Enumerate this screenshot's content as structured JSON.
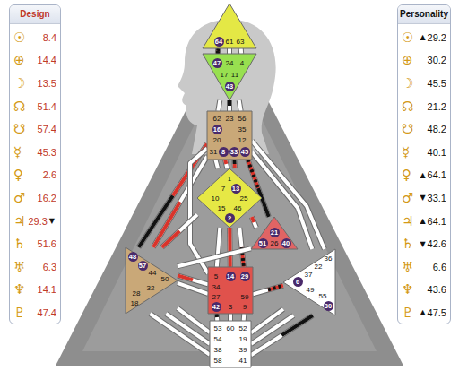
{
  "diagram": {
    "nodes": [
      {
        "text": [
          "Design",
          "☉",
          "8.4",
          "⊕",
          "14.4",
          "☽",
          "13.5",
          "☊",
          "51.4",
          "☋",
          "57.4",
          "☿",
          "45.3",
          "♀",
          "2.6",
          "♂",
          "16.2",
          "♃",
          "29.3",
          "▼",
          "♄",
          "51.6",
          "♅",
          "6.3",
          "♆",
          "14.1",
          "♇",
          "47.4"
        ]
      },
      {
        "text": [
          "Personality",
          "☉",
          "▲",
          "29.2",
          "⊕",
          "30.2",
          "☽",
          "45.5",
          "☊",
          "21.2",
          "☋",
          "48.2",
          "☿",
          "40.1",
          "♀",
          "▲",
          "64.1",
          "♂",
          "▼",
          "33.1",
          "♃",
          "▲",
          "64.1",
          "♄",
          "▼",
          "42.6",
          "♅",
          "6.6",
          "♆",
          "43.6",
          "♇",
          "▲",
          "47.5"
        ]
      },
      {
        "text": [
          "64",
          "61",
          "63"
        ]
      },
      {
        "text": [
          "47",
          "24",
          "4",
          "17",
          "11",
          "43"
        ]
      },
      {
        "text": [
          "62",
          "23",
          "56",
          "16",
          "35",
          "20",
          "12",
          "31",
          "8",
          "33",
          "45"
        ]
      },
      {
        "text": [
          "1",
          "7",
          "13",
          "10",
          "25",
          "15",
          "46",
          "2"
        ]
      },
      {
        "text": [
          "21",
          "51",
          "26",
          "40"
        ]
      },
      {
        "text": [
          "48",
          "57",
          "44",
          "50",
          "32",
          "28",
          "18"
        ]
      },
      {
        "text": [
          "5",
          "14",
          "29",
          "34",
          "27",
          "59",
          "42",
          "3",
          "9"
        ]
      },
      {
        "text": [
          "36",
          "22",
          "37",
          "6",
          "49",
          "55",
          "30"
        ]
      },
      {
        "text": [
          "53",
          "60",
          "52",
          "54",
          "19",
          "38",
          "39",
          "58",
          "41"
        ]
      }
    ],
    "edges": [
      {
        "from": 2,
        "to": 3,
        "arrow": "none"
      },
      {
        "from": 2,
        "to": 3,
        "arrow": "none"
      },
      {
        "from": 2,
        "to": 3,
        "arrow": "none"
      },
      {
        "from": 3,
        "to": 4,
        "arrow": "none"
      },
      {
        "from": 3,
        "to": 4,
        "arrow": "none"
      },
      {
        "from": 3,
        "to": 4,
        "arrow": "none"
      },
      {
        "from": 4,
        "to": 5,
        "arrow": "none"
      },
      {
        "from": 4,
        "to": 5,
        "arrow": "none"
      },
      {
        "from": 4,
        "to": 5,
        "arrow": "none"
      },
      {
        "from": 4,
        "to": 7,
        "arrow": "none"
      },
      {
        "from": 4,
        "to": 7,
        "arrow": "none"
      },
      {
        "from": 4,
        "to": 8,
        "arrow": "none"
      },
      {
        "from": 4,
        "to": 6,
        "arrow": "none"
      },
      {
        "from": 4,
        "to": 9,
        "arrow": "none"
      },
      {
        "from": 4,
        "to": 9,
        "arrow": "none"
      },
      {
        "from": 5,
        "to": 8,
        "arrow": "none"
      },
      {
        "from": 5,
        "to": 8,
        "arrow": "none"
      },
      {
        "from": 5,
        "to": 8,
        "arrow": "none"
      },
      {
        "from": 5,
        "to": 6,
        "arrow": "none"
      },
      {
        "from": 5,
        "to": 7,
        "arrow": "none"
      },
      {
        "from": 6,
        "to": 7,
        "arrow": "none"
      },
      {
        "from": 6,
        "to": 9,
        "arrow": "none"
      },
      {
        "from": 8,
        "to": 7,
        "arrow": "none"
      },
      {
        "from": 8,
        "to": 7,
        "arrow": "none"
      },
      {
        "from": 8,
        "to": 9,
        "arrow": "none"
      },
      {
        "from": 8,
        "to": 10,
        "arrow": "none"
      },
      {
        "from": 8,
        "to": 10,
        "arrow": "none"
      },
      {
        "from": 8,
        "to": 10,
        "arrow": "none"
      },
      {
        "from": 7,
        "to": 10,
        "arrow": "none"
      },
      {
        "from": 7,
        "to": 10,
        "arrow": "none"
      },
      {
        "from": 7,
        "to": 10,
        "arrow": "none"
      },
      {
        "from": 9,
        "to": 10,
        "arrow": "none"
      },
      {
        "from": 9,
        "to": 10,
        "arrow": "none"
      },
      {
        "from": 9,
        "to": 10,
        "arrow": "none"
      }
    ]
  }
}
